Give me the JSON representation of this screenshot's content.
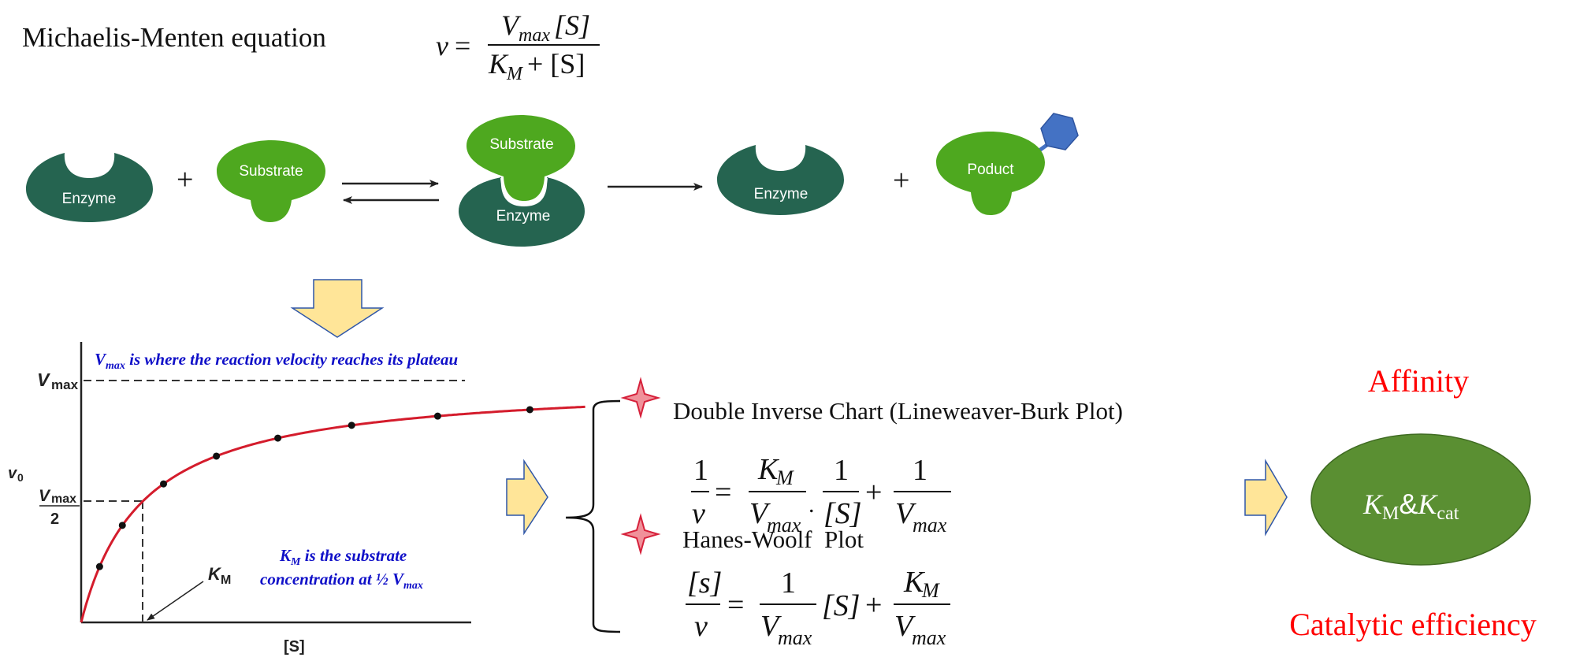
{
  "header": {
    "title": "Michaelis-Menten equation",
    "equation": {
      "lhs": "v",
      "equals": "=",
      "numerator_main": "V",
      "numerator_sub": "max",
      "numerator_tail": "[S]",
      "denominator_main": "K",
      "denominator_sub": "M",
      "denominator_tail": " + [S]"
    }
  },
  "reaction": {
    "enzyme_label": "Enzyme",
    "substrate_label": "Substrate",
    "product_label": "Poduct",
    "plus": "+",
    "colors": {
      "enzyme": "#256450",
      "substrate": "#4ea81f",
      "product_group": "#4472c4",
      "arrow_fill": "#ffe598",
      "arrow_stroke": "#2f56a8"
    }
  },
  "chart_data": {
    "type": "line",
    "title": "",
    "xlabel": "[S]",
    "ylabel": "v0",
    "y_ticks": [
      "Vmax",
      "Vmax/2"
    ],
    "x_ticks": [
      "KM"
    ],
    "model": "Michaelis-Menten",
    "vmax": 1.0,
    "km": 1.0,
    "xlim": [
      0,
      8.2
    ],
    "ylim": [
      0,
      1.0
    ],
    "curve_color": "#d41c2c",
    "points": [
      {
        "s": 0.3,
        "v": 0.25
      },
      {
        "s": 0.67,
        "v": 0.41
      },
      {
        "s": 1.34,
        "v": 0.57
      },
      {
        "s": 2.2,
        "v": 0.67
      },
      {
        "s": 3.2,
        "v": 0.74
      },
      {
        "s": 4.4,
        "v": 0.8
      },
      {
        "s": 5.8,
        "v": 0.84
      },
      {
        "s": 7.3,
        "v": 0.87
      }
    ],
    "annotations": {
      "vmax_note_main": "V",
      "vmax_note_sub": "max",
      "vmax_note_rest": " is where the reaction velocity reaches its plateau",
      "km_note_line1_main": "K",
      "km_note_line1_sub": "M",
      "km_note_line1_rest": " is the substrate",
      "km_note_line2": "concentration at ½ V",
      "km_note_line2_sub": "max",
      "km_arrow_label_main": "K",
      "km_arrow_label_sub": "M",
      "vmax_tick_main": "V",
      "vmax_tick_sub": "max",
      "half_tick_denominator": "2",
      "y_axis_main": "v",
      "y_axis_sub": "0"
    }
  },
  "plots": [
    {
      "name": "Double Inverse Chart (Lineweaver-Burk Plot)",
      "equation": {
        "lhs_num": "1",
        "lhs_den": "v",
        "equals": "=",
        "t1_num_main": "K",
        "t1_num_sub": "M",
        "t1_den_main": "V",
        "t1_den_sub": "max",
        "dot": ".",
        "t2_num": "1",
        "t2_den": "[S]",
        "plus": "+",
        "t3_num": "1",
        "t3_den_main": "V",
        "t3_den_sub": "max"
      }
    },
    {
      "name": "Hanes-Woolf  Plot",
      "equation": {
        "lhs_num": "[s]",
        "lhs_den": "v",
        "equals": "=",
        "t1_num": "1",
        "t1_den_main": "V",
        "t1_den_sub": "max",
        "mid": "[S]",
        "plus": "+",
        "t2_num_main": "K",
        "t2_num_sub": "M",
        "t2_den_main": "V",
        "t2_den_sub": "max"
      }
    }
  ],
  "result": {
    "top_label": "Affinity",
    "bottom_label": "Catalytic efficiency",
    "ellipse_k1_main": "K",
    "ellipse_k1_sub": "M",
    "ellipse_amp": "&",
    "ellipse_k2_main": "K",
    "ellipse_k2_sub": "cat",
    "ellipse_color": "#5a8f32",
    "label_color": "#ff0000"
  }
}
